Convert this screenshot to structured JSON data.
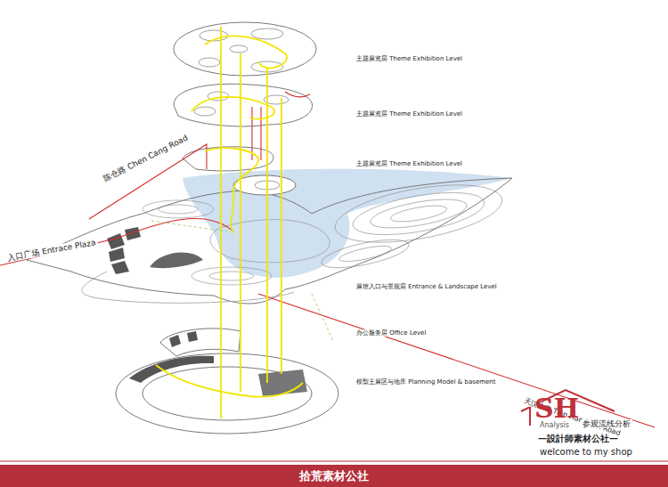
{
  "diagram": {
    "nodes": [
      {
        "text": [
          "拾荒素材公社"
        ]
      }
    ],
    "labels": [
      "主题展览层 Theme Exhibition Level",
      "主题展览层 Theme Exhibition Level",
      "主题展览层 Theme Exhibition Level",
      "陈仓路 Chen Cang Road",
      "入口广场 Entrace Plaza",
      "展馆入口与景观层 Entrance & Landscape Level",
      "办公服务层 Office Level",
      "模型主展区与地库 Planning Model & basement",
      "天汉大道 Tian Han Main Road",
      "SH",
      "Analysis",
      "参观流线分析",
      "—設計師素材公社—",
      "welcome to my shop"
    ]
  }
}
